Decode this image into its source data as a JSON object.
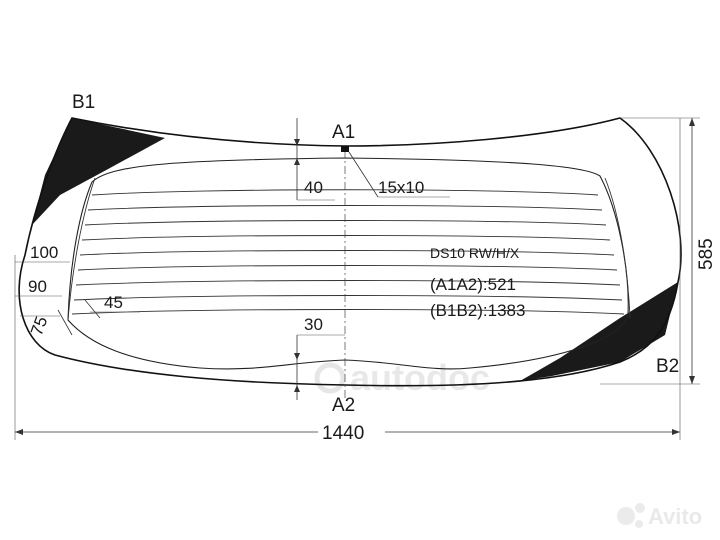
{
  "points": {
    "a1": "A1",
    "a2": "A2",
    "b1": "B1",
    "b2": "B2"
  },
  "dimensions": {
    "width": "1440",
    "height": "585",
    "top_offset": "40",
    "bottom_offset": "30",
    "bracket": "15x10",
    "left_100": "100",
    "left_90": "90",
    "left_75": "75",
    "left_45": "45"
  },
  "spec": {
    "code": "DS10 RW/H/X",
    "a1a2": "(A1A2):521",
    "b1b2": "(B1B2):1383"
  },
  "watermarks": {
    "brand_center": "autodoc",
    "avito": "Avito"
  },
  "colors": {
    "line": "#111111",
    "tint": "#1a1a1a",
    "watermark": "#d9d9d9"
  }
}
